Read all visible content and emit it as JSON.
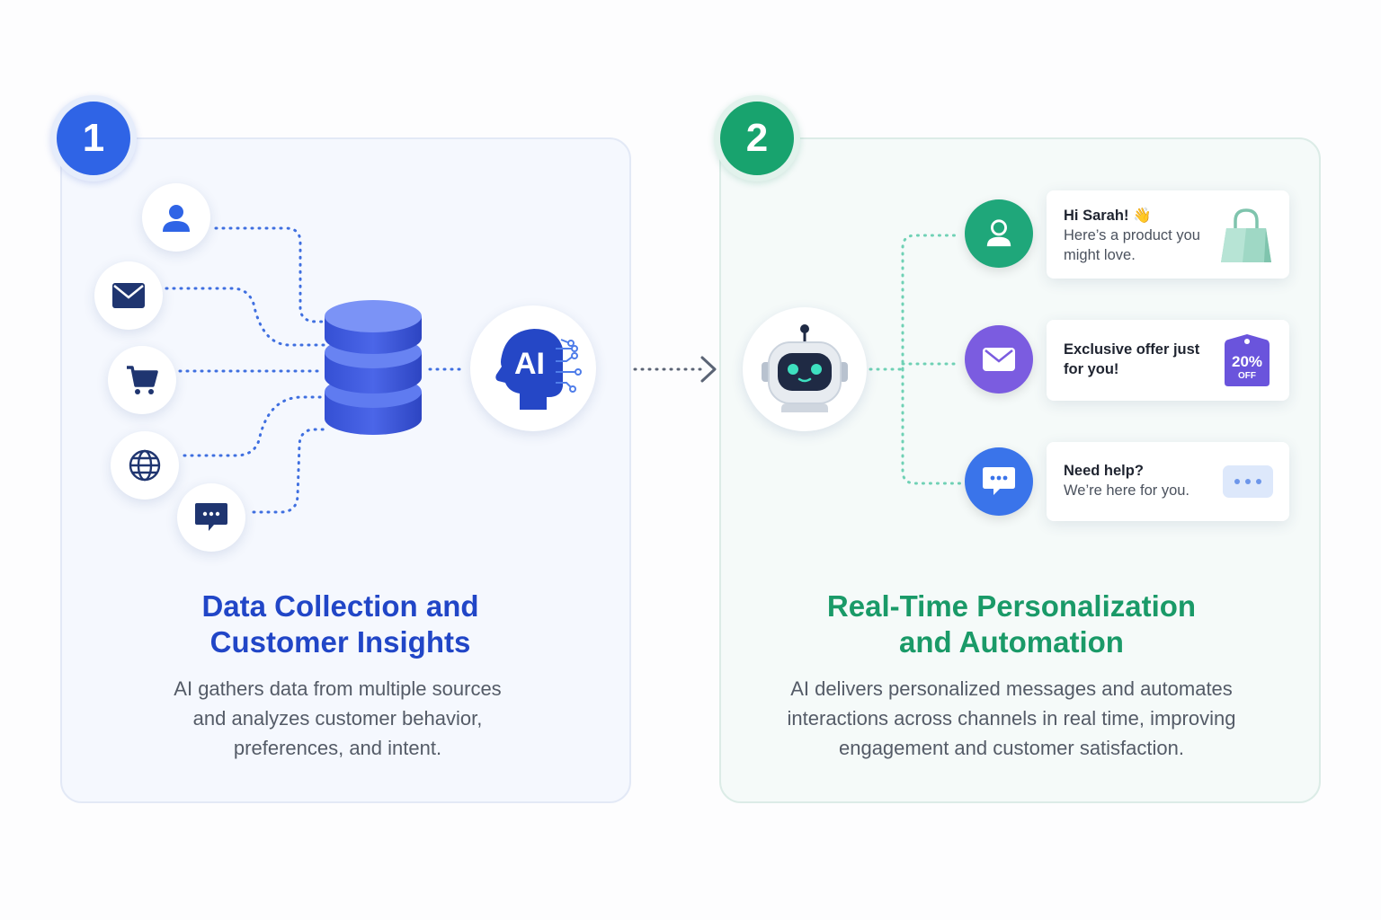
{
  "steps": [
    {
      "number": "1",
      "title_lines": [
        "Data Collection and",
        "Customer Insights"
      ],
      "description_lines": [
        "AI gathers data from multiple sources",
        "and analyzes customer behavior,",
        "preferences, and intent."
      ],
      "accent": "#2f64e6"
    },
    {
      "number": "2",
      "title_lines": [
        "Real-Time Personalization",
        "and Automation"
      ],
      "description_lines": [
        "AI delivers personalized messages and automates",
        "interactions across channels in real time, improving",
        "engagement and customer satisfaction."
      ],
      "accent": "#18a36e"
    }
  ],
  "data_sources": [
    "user-icon",
    "email-icon",
    "cart-icon",
    "globe-icon",
    "chat-icon"
  ],
  "ai_label": "AI",
  "messages": [
    {
      "heading": "Hi Sarah! 👋",
      "lines": [
        "Here’s a product you",
        "might love."
      ],
      "channel": "user-icon",
      "art": "shopping-bag-icon"
    },
    {
      "heading": "",
      "lines": [
        "Exclusive offer just",
        "for you!"
      ],
      "channel": "email-icon",
      "art": "discount-tag-icon",
      "badge_percent": "20%",
      "badge_off": "OFF"
    },
    {
      "heading": "Need help?",
      "lines": [
        "We’re here for you."
      ],
      "channel": "chat-icon",
      "art": "typing-dots-icon"
    }
  ]
}
